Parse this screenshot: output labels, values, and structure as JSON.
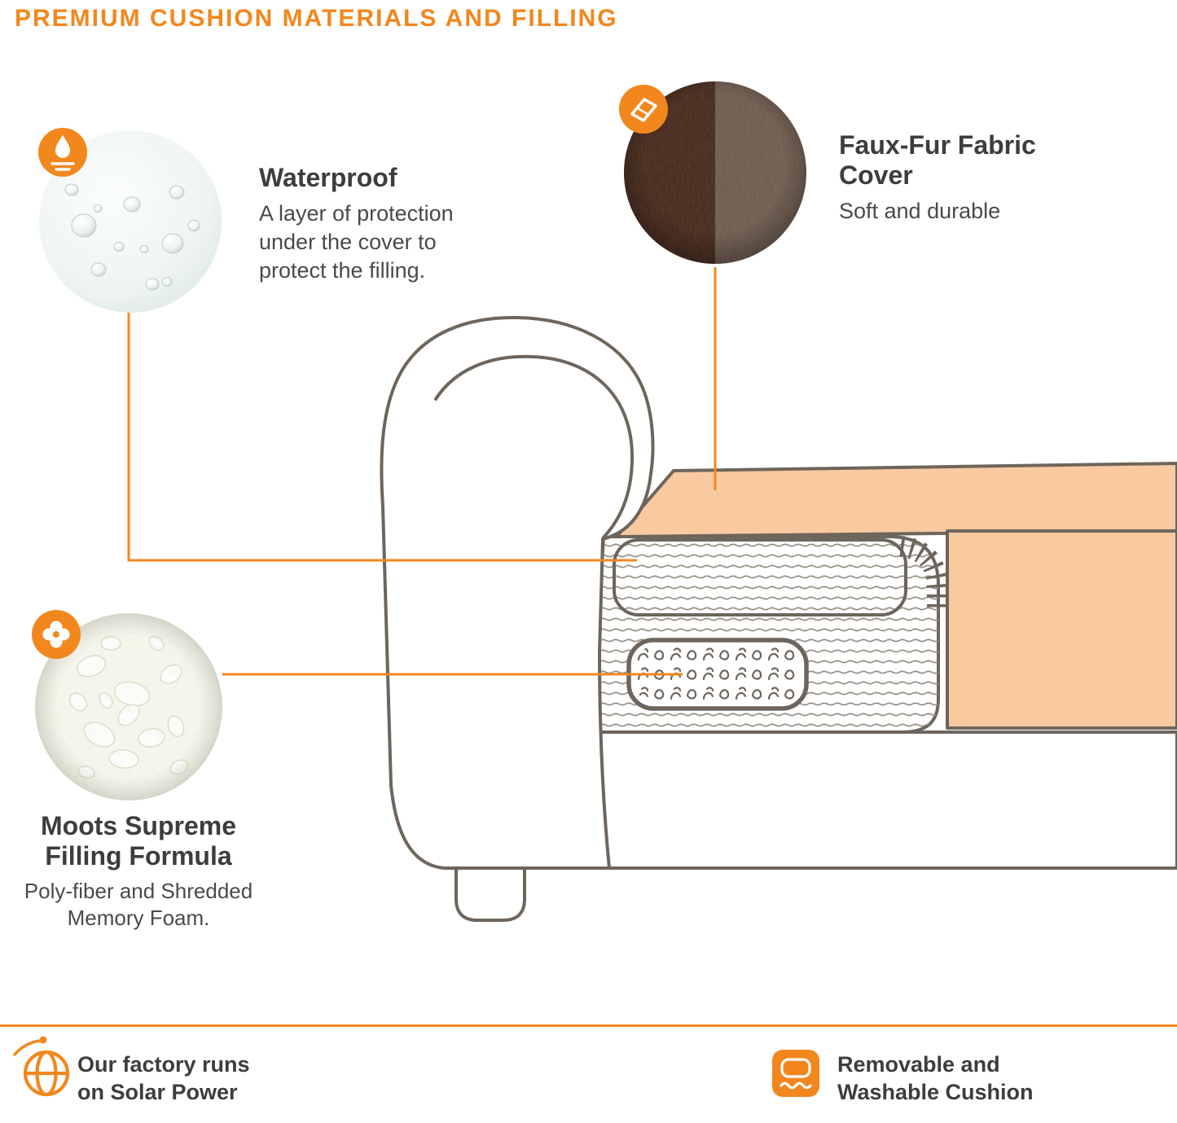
{
  "page": {
    "title": "PREMIUM CUSHION MATERIALS AND FILLING"
  },
  "callouts": {
    "waterproof": {
      "icon": "water-drop-icon",
      "heading": "Waterproof",
      "body": "A layer of protection under the cover to protect the filling."
    },
    "faux_fur": {
      "icon": "fabric-swatch-icon",
      "heading": "Faux-Fur Fabric Cover",
      "body": "Soft and durable"
    },
    "filling": {
      "icon": "foam-flake-icon",
      "heading_lines": [
        "Moots Supreme",
        "Filling Formula"
      ],
      "body_lines": [
        "Poly-fiber and Shredded",
        "Memory Foam."
      ]
    }
  },
  "footer": {
    "left": {
      "icon": "solar-globe-icon",
      "lines": [
        "Our factory runs",
        "on Solar Power"
      ]
    },
    "right": {
      "icon": "washable-cushion-icon",
      "lines": [
        "Removable and",
        "Washable Cushion"
      ]
    }
  },
  "colors": {
    "accent": "#F2871E",
    "text_dark": "#3D3D3D",
    "sketch_line": "#6E655C",
    "cushion": "#F9C9A0",
    "fur_dark": "#46291B",
    "fur_light": "#6E5B4E"
  }
}
